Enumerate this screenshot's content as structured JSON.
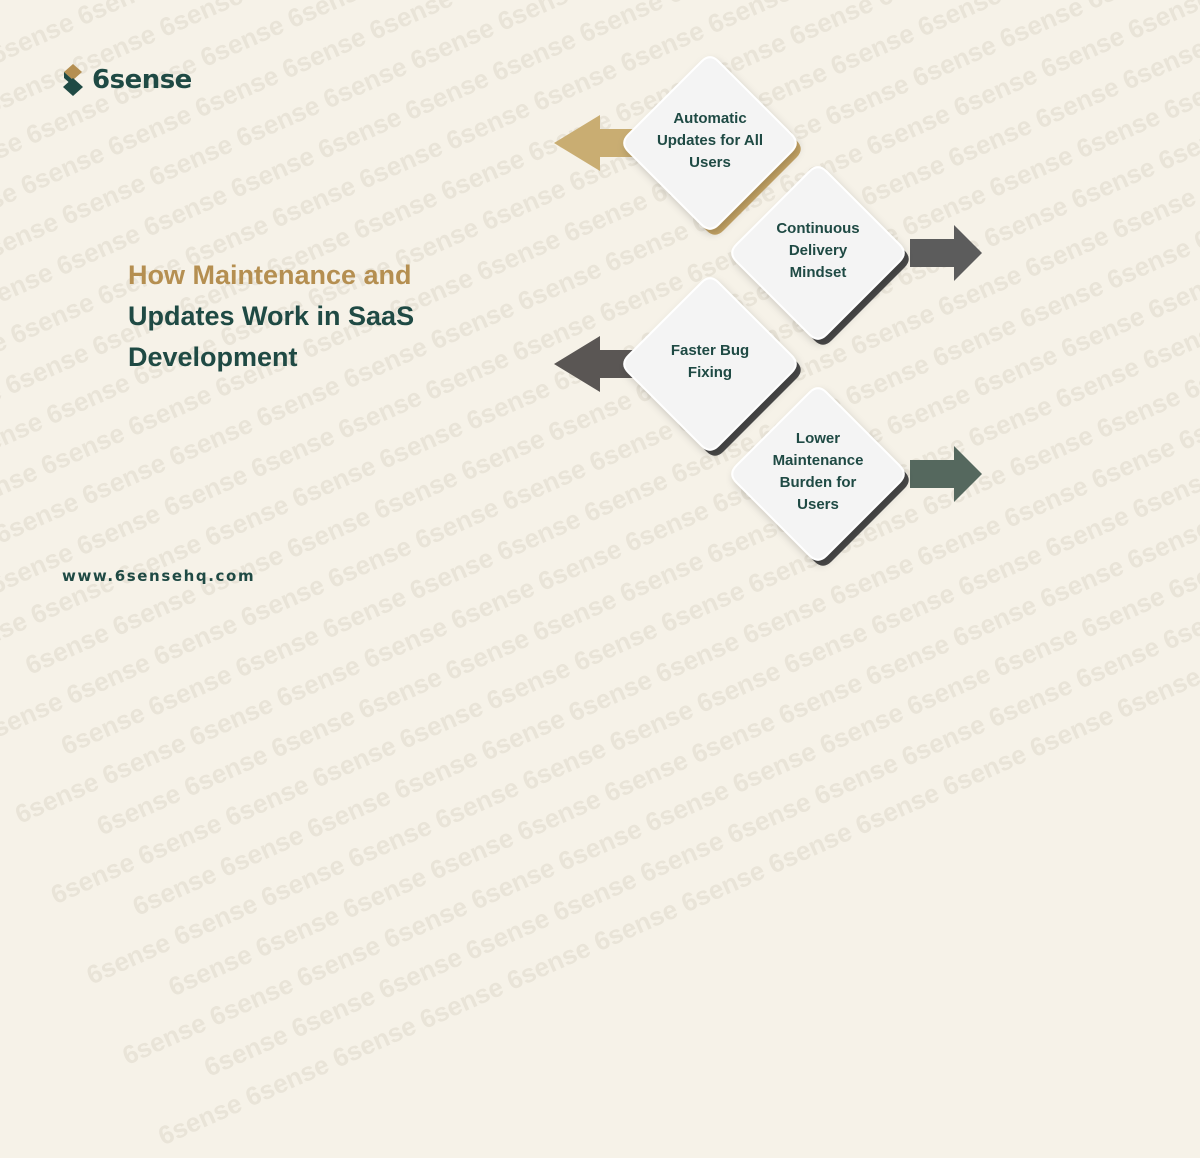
{
  "brand": {
    "name": "6sense",
    "website": "www.6sensehq.com",
    "watermark_text": "6sense"
  },
  "headline": {
    "line1": "How Maintenance and",
    "line2": "Updates Work in SaaS",
    "line3": "Development"
  },
  "steps": [
    {
      "label": "Automatic Updates for All Users",
      "lines": [
        "Automatic",
        "Updates for All",
        "Users"
      ],
      "arrow_direction": "left",
      "accent_color": "#c7a666",
      "arrow_color": "#c9ad72"
    },
    {
      "label": "Continuous Delivery Mindset",
      "lines": [
        "Continuous",
        "Delivery",
        "Mindset"
      ],
      "arrow_direction": "right",
      "accent_color": "#4a4a4a",
      "arrow_color": "#5c5c5c"
    },
    {
      "label": "Faster Bug Fixing",
      "lines": [
        "Faster Bug",
        "Fixing"
      ],
      "arrow_direction": "left",
      "accent_color": "#4a4a4a",
      "arrow_color": "#5a5654"
    },
    {
      "label": "Lower Maintenance Burden for Users",
      "lines": [
        "Lower",
        "Maintenance",
        "Burden for",
        "Users"
      ],
      "arrow_direction": "right",
      "accent_color": "#4a4a4a",
      "arrow_color": "#55685e"
    }
  ],
  "colors": {
    "background": "#f6f2e8",
    "brand_dark": "#1f4a44",
    "brand_gold": "#b58f51",
    "card": "#f4f4f4"
  }
}
